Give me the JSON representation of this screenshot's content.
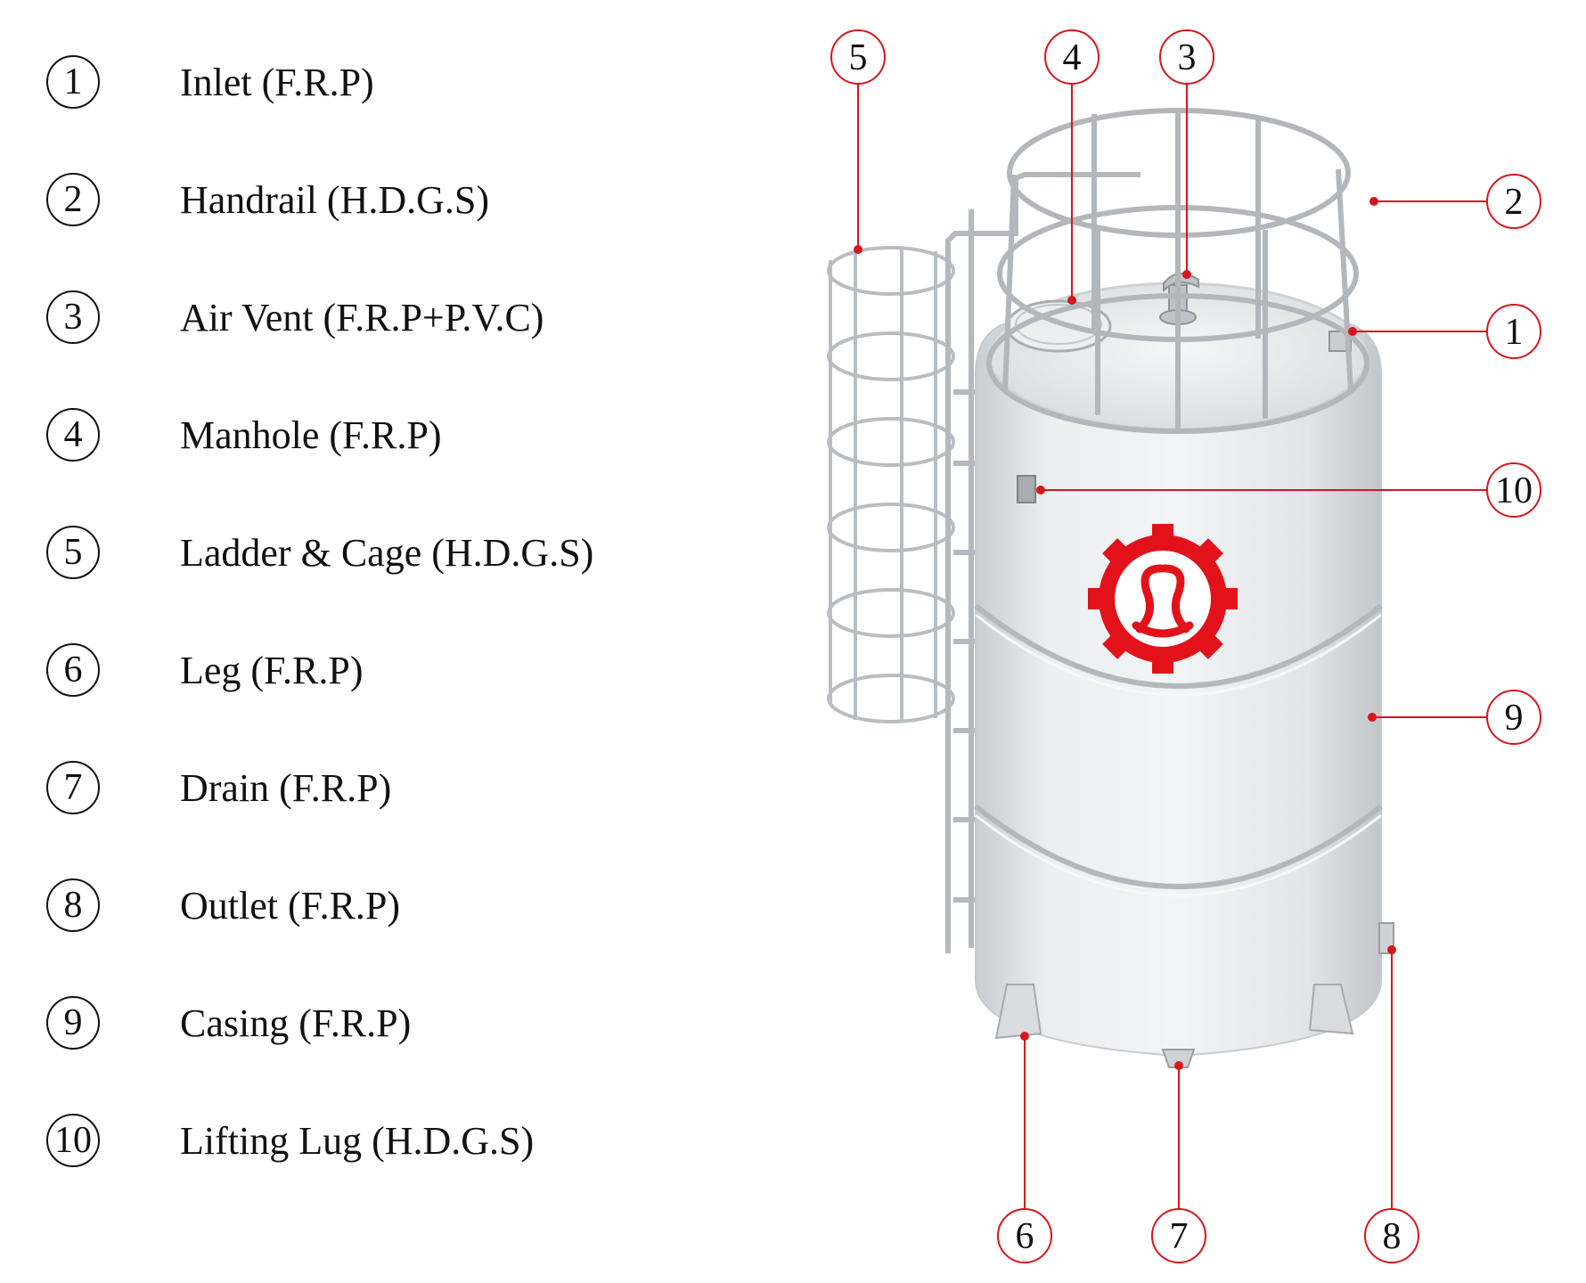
{
  "legend": [
    {
      "num": "1",
      "label": "Inlet (F.R.P)"
    },
    {
      "num": "2",
      "label": "Handrail (H.D.G.S)"
    },
    {
      "num": "3",
      "label": "Air Vent (F.R.P+P.V.C)"
    },
    {
      "num": "4",
      "label": "Manhole (F.R.P)"
    },
    {
      "num": "5",
      "label": "Ladder & Cage (H.D.G.S)"
    },
    {
      "num": "6",
      "label": "Leg (F.R.P)"
    },
    {
      "num": "7",
      "label": "Drain (F.R.P)"
    },
    {
      "num": "8",
      "label": "Outlet (F.R.P)"
    },
    {
      "num": "9",
      "label": "Casing (F.R.P)"
    },
    {
      "num": "10",
      "label": "Lifting Lug (H.D.G.S)"
    }
  ],
  "callouts": [
    "5",
    "4",
    "3",
    "2",
    "1",
    "10",
    "9",
    "6",
    "7",
    "8"
  ],
  "colors": {
    "callout_red": "#d8161b",
    "tank_body": "#e8eaed",
    "steel": "#b8bcc0",
    "logo_red": "#e3121a",
    "text": "#111111"
  }
}
